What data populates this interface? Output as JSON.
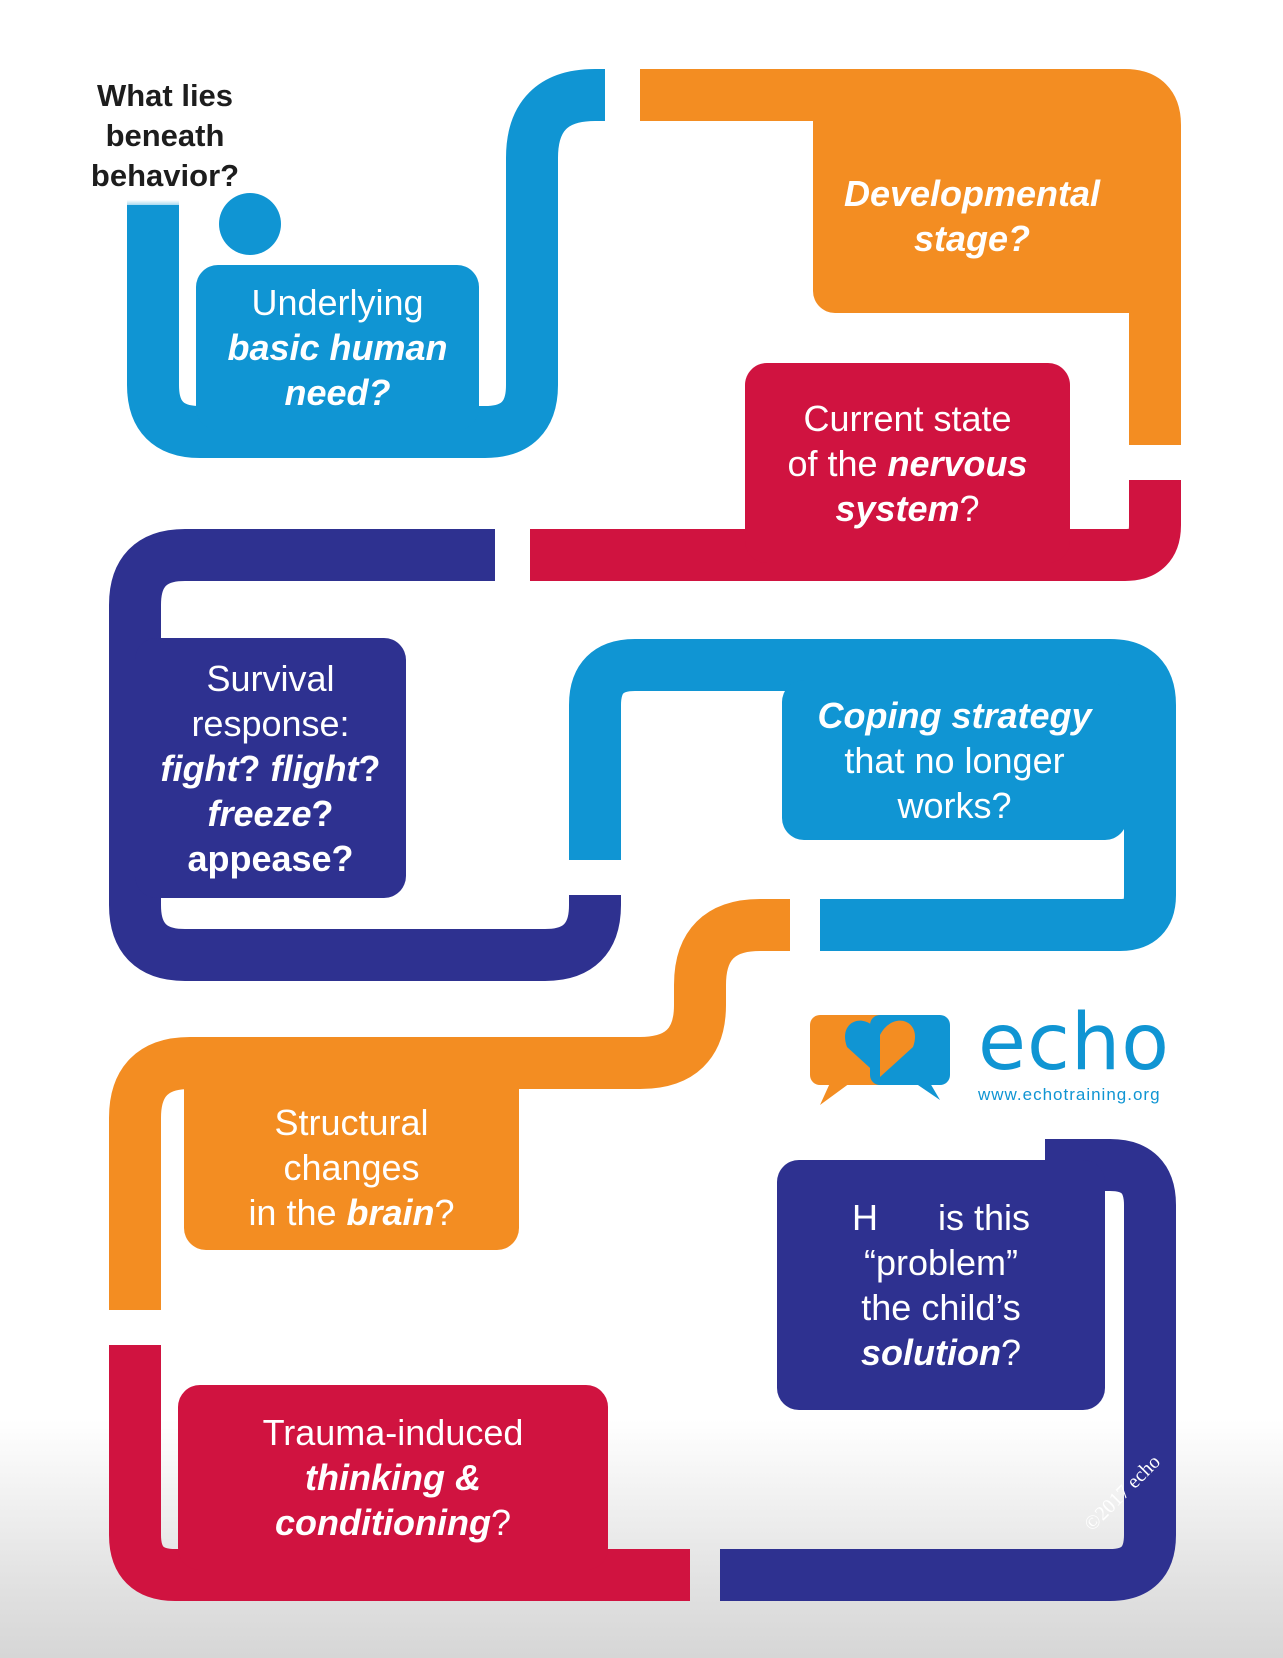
{
  "title": [
    "What lies",
    "beneath",
    "behavior?"
  ],
  "boxes": {
    "basic_need": {
      "line1": "Underlying",
      "line2": "basic human",
      "line3": "need?"
    },
    "developmental": {
      "line1": "Developmental",
      "line2": "stage?"
    },
    "nervous": {
      "line1": "Current state",
      "line2a": "of the ",
      "line2b": "nervous",
      "line3a": "system",
      "line3b": "?"
    },
    "survival": {
      "line1": "Survival",
      "line2": "response:",
      "line3a": "fight",
      "line3b": "? ",
      "line3c": "flight",
      "line3d": "?",
      "line4a": "freeze",
      "line4b": "?",
      "line5": "appease?"
    },
    "coping": {
      "line1": "Coping strategy",
      "line2": "that no longer",
      "line3": "works?"
    },
    "structural": {
      "line1": "Structural",
      "line2": "changes",
      "line3a": "in the ",
      "line3b": "brain",
      "line3c": "?"
    },
    "solution": {
      "line1a": "H",
      "line1b": "is this",
      "line2": "“problem”",
      "line3": "the child’s",
      "line4a": "solution",
      "line4b": "?"
    },
    "trauma": {
      "line1": "Trauma-induced",
      "line2": "thinking &",
      "line3a": "conditioning",
      "line3b": "?"
    }
  },
  "logo": {
    "word": "echo",
    "url": "www.echotraining.org"
  },
  "copyright": "©2017 echo",
  "colors": {
    "blue": "#1095d3",
    "orange": "#f38d22",
    "red": "#d01340",
    "navy": "#2e3190"
  }
}
